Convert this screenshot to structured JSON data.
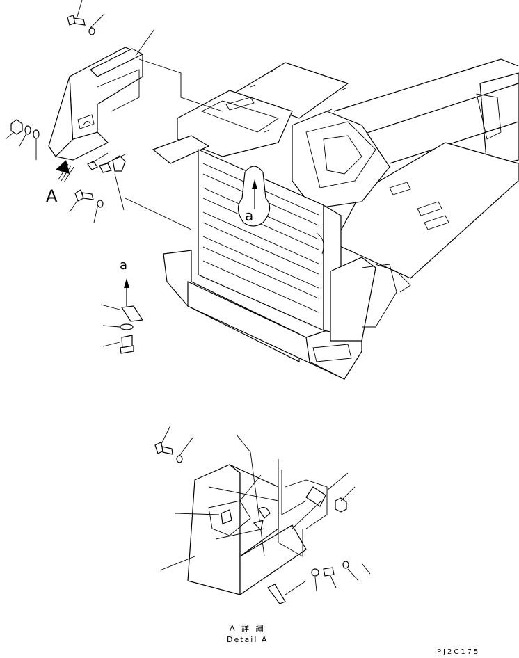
{
  "labels": {
    "view_marker": "A",
    "section_marker": "a",
    "callout_marker": "a",
    "detail_title_jp": "A 詳 細",
    "detail_title_en": "Detail A",
    "drawing_code": "PJ2C175"
  },
  "icons": [
    "arrow-up-icon",
    "view-direction-arrow-icon"
  ]
}
